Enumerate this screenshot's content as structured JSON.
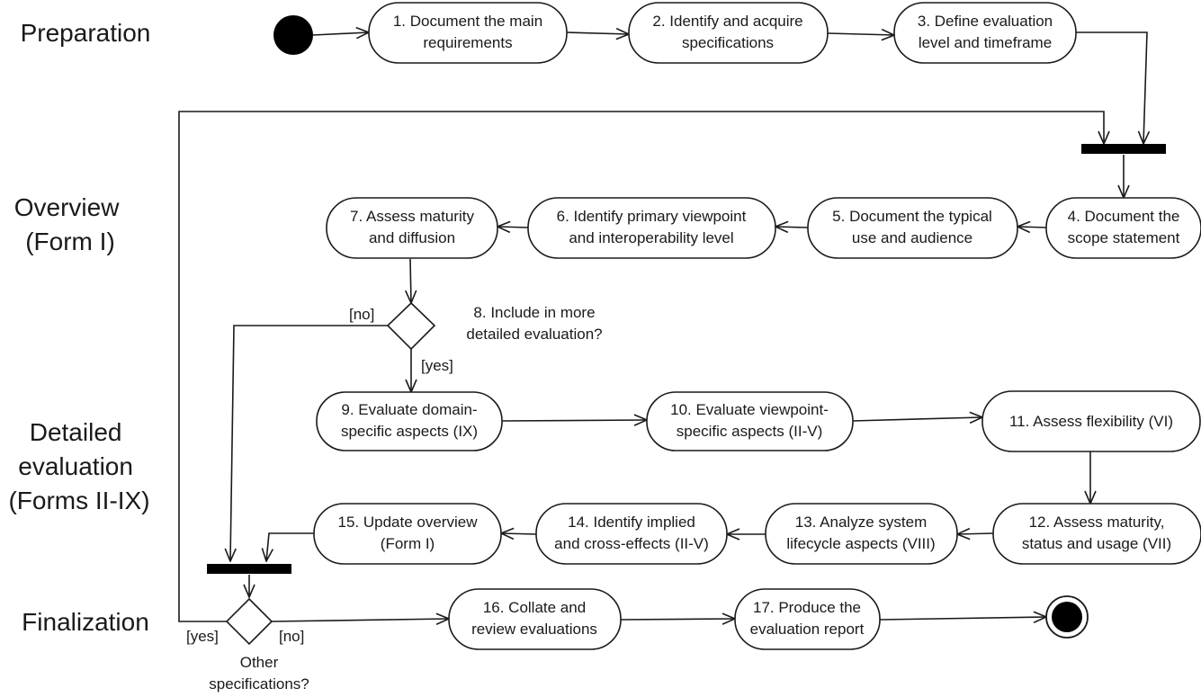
{
  "lanes": {
    "preparation": "Preparation",
    "overview": [
      "Overview",
      "(Form I)"
    ],
    "detailed": [
      "Detailed",
      "evaluation",
      "(Forms II-IX)"
    ],
    "finalization": "Finalization"
  },
  "activities": {
    "a1": [
      "1. Document the main",
      "requirements"
    ],
    "a2": [
      "2. Identify and acquire",
      "specifications"
    ],
    "a3": [
      "3. Define evaluation",
      "level and timeframe"
    ],
    "a4": [
      "4. Document the",
      "scope statement"
    ],
    "a5": [
      "5. Document the typical",
      "use and audience"
    ],
    "a6": [
      "6. Identify primary viewpoint",
      "and interoperability level"
    ],
    "a7": [
      "7. Assess maturity",
      "and diffusion"
    ],
    "a9": [
      "9. Evaluate domain-",
      "specific aspects (IX)"
    ],
    "a10": [
      "10. Evaluate viewpoint-",
      "specific aspects (II-V)"
    ],
    "a11": [
      "11. Assess flexibility (VI)"
    ],
    "a12": [
      "12. Assess maturity,",
      "status and usage (VII)"
    ],
    "a13": [
      "13. Analyze system",
      "lifecycle aspects (VIII)"
    ],
    "a14": [
      "14. Identify implied",
      "and cross-effects (II-V)"
    ],
    "a15": [
      "15. Update overview",
      "(Form I)"
    ],
    "a16": [
      "16. Collate and",
      "review evaluations"
    ],
    "a17": [
      "17. Produce the",
      "evaluation report"
    ]
  },
  "decisions": {
    "d8": [
      "8. Include in more",
      "detailed evaluation?"
    ],
    "d_other": [
      "Other",
      "specifications?"
    ]
  },
  "guards": {
    "no": "[no]",
    "yes": "[yes]"
  }
}
